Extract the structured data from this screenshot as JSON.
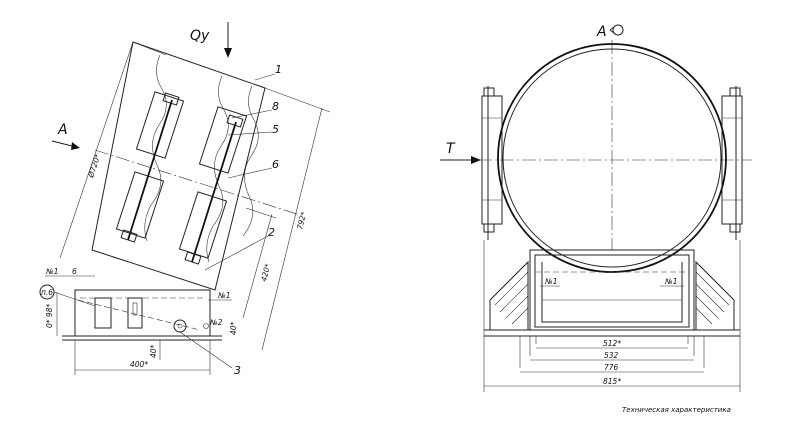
{
  "labels": {
    "load_label": "Qy",
    "view_a_left": "A",
    "view_a_right": "A",
    "force_t": "T",
    "footer": "Техническая характеристика"
  },
  "left_view": {
    "callouts": [
      "1",
      "8",
      "5",
      "6",
      "2",
      "3"
    ],
    "diameter": "Ø720*",
    "height_dim": "792*",
    "dim_420": "420*",
    "dim_400": "400*",
    "dim_40_bottom": "40*",
    "dim_40_side": "40*",
    "dim_98": "0* 98*",
    "marker_6": "6",
    "tag_p6": "п.6",
    "tag_n1_left": "№1",
    "tag_n1_mid": "№1",
    "tag_n2": "№2"
  },
  "right_view": {
    "tag_n1_left": "№1",
    "tag_n1_right": "№1",
    "dims": [
      "512*",
      "532",
      "776",
      "815*"
    ]
  }
}
